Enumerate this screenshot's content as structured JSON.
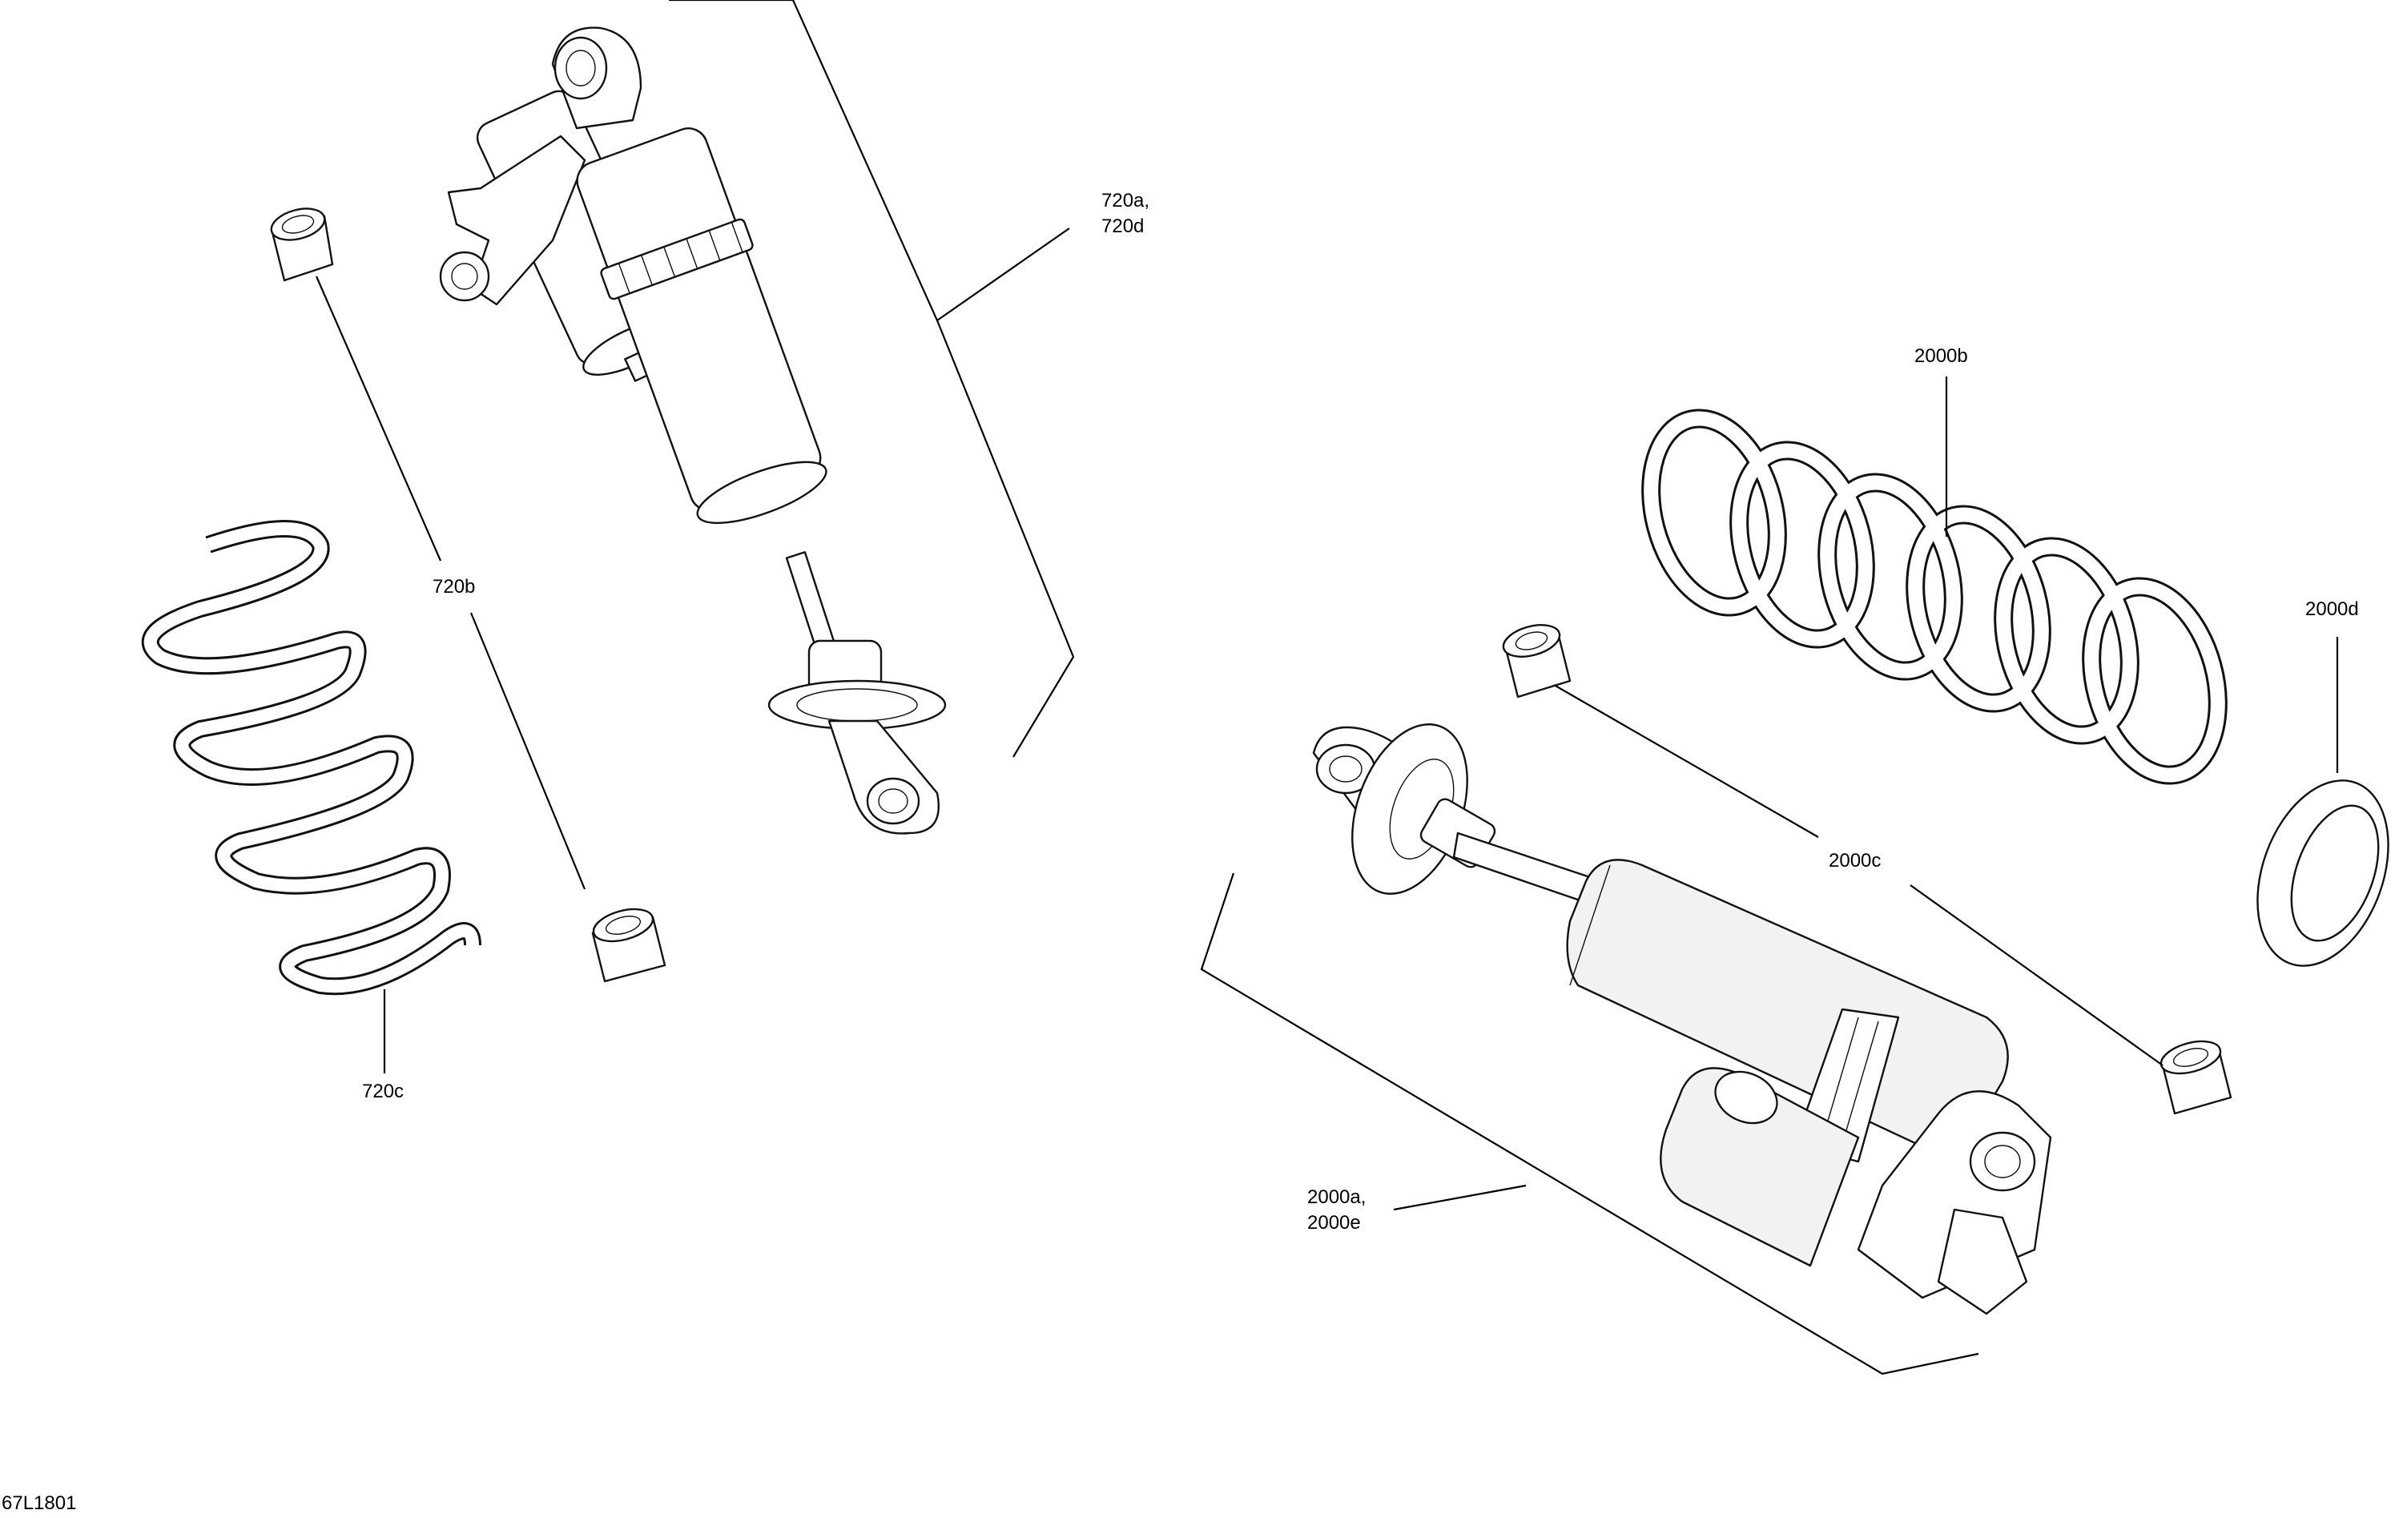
{
  "labels": {
    "shock_front": [
      "720a,",
      "720d"
    ],
    "bushing_front": "720b",
    "spring_front": "720c",
    "spring_rear": "2000b",
    "bushing_rear": "2000c",
    "seat_rear": "2000d",
    "shock_rear": [
      "2000a,",
      "2000e"
    ],
    "figure_code": "67L1801"
  }
}
